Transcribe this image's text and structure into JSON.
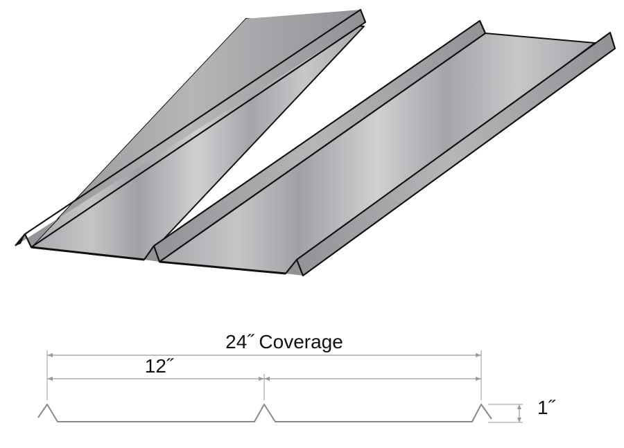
{
  "dimensions": {
    "coverage_label": "24˝ Coverage",
    "rib_spacing_label": "12˝",
    "rib_height_label": "1˝"
  },
  "colors": {
    "outline": "#111111",
    "panel_light": "#c9cacc",
    "panel_mid": "#a9abae",
    "panel_dark": "#8f9194",
    "rib_face": "#9fa1a4",
    "dimension_line": "#9a9a9a",
    "profile_line": "#8a8a8a"
  }
}
